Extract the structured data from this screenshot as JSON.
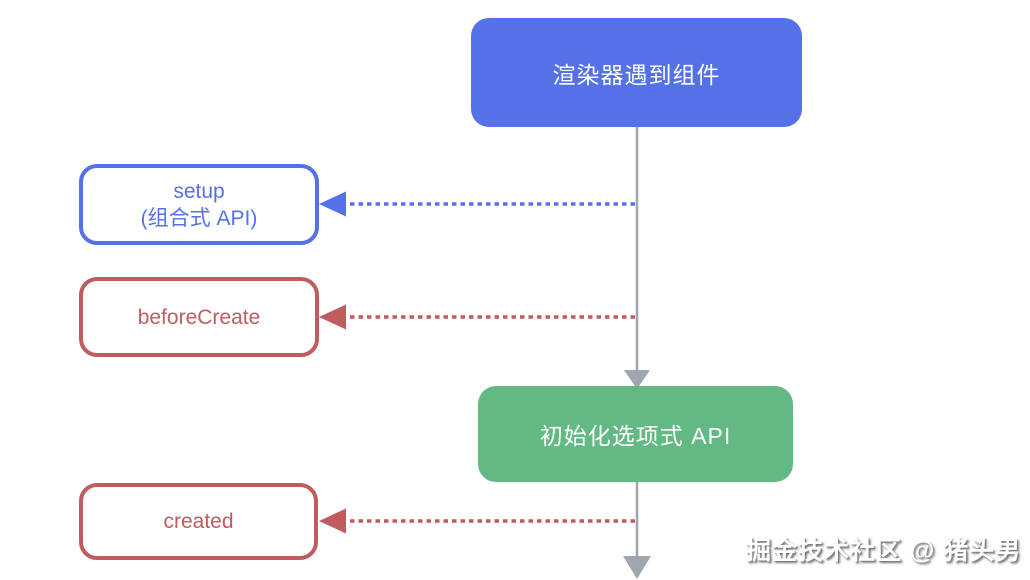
{
  "colors": {
    "blue": "#5571e8",
    "red": "#c05b60",
    "green": "#62b983",
    "gray": "#a0a6ad"
  },
  "nodes": {
    "renderer": {
      "label": "渲染器遇到组件"
    },
    "setup": {
      "line1": "setup",
      "line2": "(组合式 API)"
    },
    "before_create": {
      "label": "beforeCreate"
    },
    "init_options": {
      "label": "初始化选项式 API"
    },
    "created": {
      "label": "created"
    }
  },
  "watermark": {
    "text": "掘金技术社区 @ 猪头男"
  }
}
